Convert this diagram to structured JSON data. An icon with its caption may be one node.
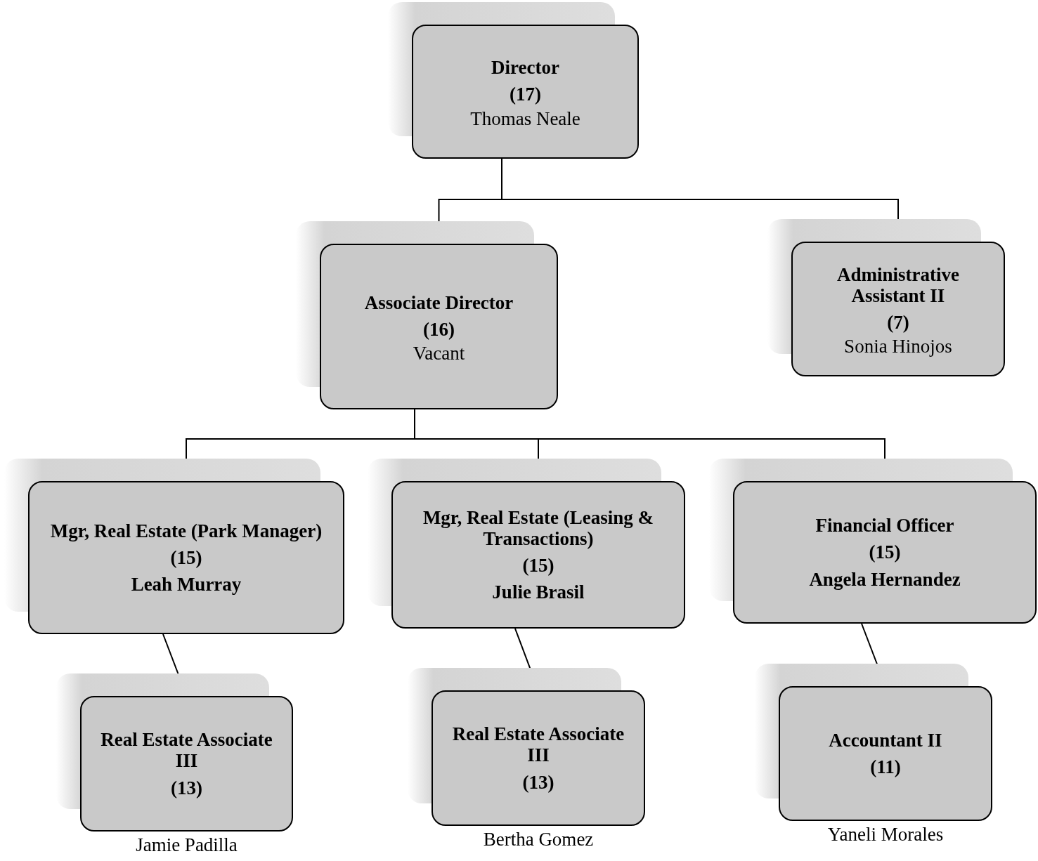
{
  "diagram": {
    "nodes": [
      {
        "text": [
          "Director",
          "(17)",
          "Thomas Neale"
        ]
      },
      {
        "text": [
          "Associate Director",
          "(16)",
          "Vacant"
        ]
      },
      {
        "text": [
          "Administrative Assistant II",
          "(7)",
          "Sonia Hinojos"
        ]
      },
      {
        "text": [
          "Mgr, Real Estate (Park Manager)",
          "(15)",
          "Leah Murray"
        ]
      },
      {
        "text": [
          "Mgr, Real Estate (Leasing & Transactions)",
          "(15)",
          "Julie Brasil"
        ]
      },
      {
        "text": [
          "Financial Officer",
          "(15)",
          "Angela Hernandez"
        ]
      },
      {
        "text": [
          "Real Estate Associate III",
          "(13)"
        ],
        "beside": [
          "Jamie Padilla"
        ]
      },
      {
        "text": [
          "Real Estate Associate III",
          "(13)"
        ],
        "beside": [
          "Bertha Gomez"
        ]
      },
      {
        "text": [
          "Accountant II",
          "(11)"
        ],
        "beside": [
          "Yaneli Morales"
        ]
      }
    ],
    "edges": [
      {
        "from": 0,
        "to": 1,
        "arrow": "none"
      },
      {
        "from": 0,
        "to": 2,
        "arrow": "none"
      },
      {
        "from": 1,
        "to": 3,
        "arrow": "none"
      },
      {
        "from": 1,
        "to": 4,
        "arrow": "none"
      },
      {
        "from": 1,
        "to": 5,
        "arrow": "none"
      },
      {
        "from": 3,
        "to": 6,
        "arrow": "none"
      },
      {
        "from": 4,
        "to": 7,
        "arrow": "none"
      },
      {
        "from": 5,
        "to": 8,
        "arrow": "none"
      }
    ]
  }
}
